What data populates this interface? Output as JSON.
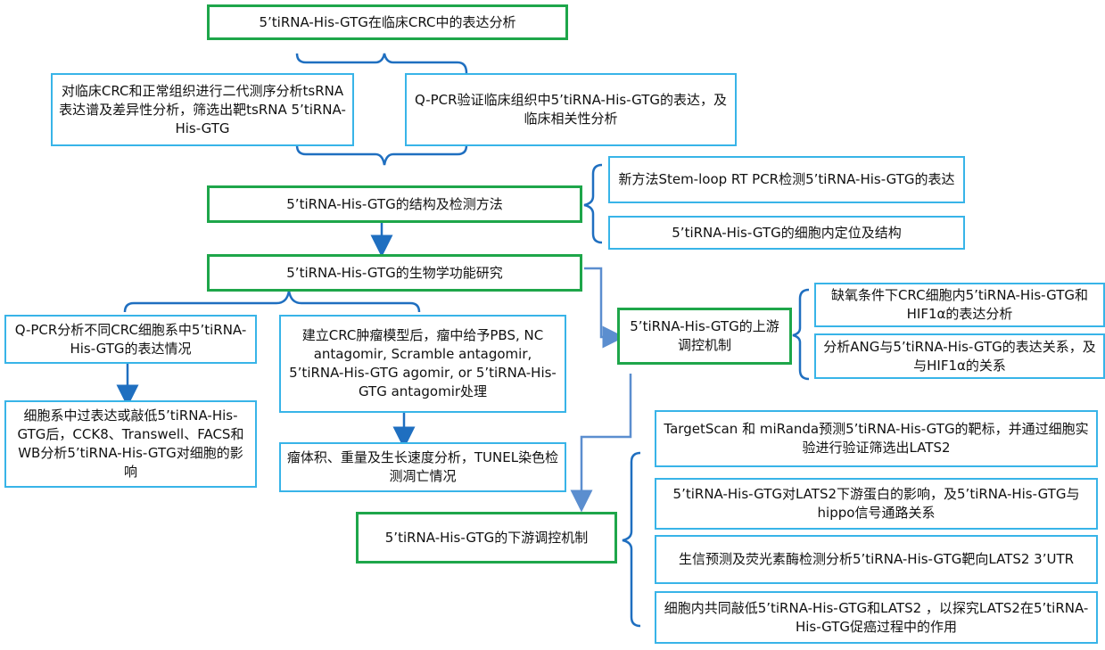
{
  "colors": {
    "green_border": "#1ea64a",
    "blue_border": "#38b4e8",
    "connector": "#1f6fc0",
    "connector_light": "#5b8ecf"
  },
  "nodes": {
    "main1": "5’tiRNA-His-GTG在临床CRC中的表达分析",
    "seq": "对临床CRC和正常组织进行二代测序分析tsRNA表达谱及差异性分析，筛选出靶tsRNA 5’tiRNA-His-GTG",
    "qpcr_clinical": "Q-PCR验证临床组织中5’tiRNA-His-GTG的表达，及临床相关性分析",
    "main2": "5’tiRNA-His-GTG的结构及检测方法",
    "stem_loop": "新方法Stem-loop RT PCR检测5’tiRNA-His-GTG的表达",
    "localization": "5’tiRNA-His-GTG的细胞内定位及结构",
    "main3": "5’tiRNA-His-GTG的生物学功能研究",
    "qpcr_cells": "Q-PCR分析不同CRC细胞系中5’tiRNA-His-GTG的表达情况",
    "tumor_model": "建立CRC肿瘤模型后，瘤中给予PBS, NC antagomir, Scramble antagomir, 5’tiRNA-His-GTG agomir, or 5’tiRNA-His-GTG antagomir处理",
    "cell_effects": "细胞系中过表达或敲低5’tiRNA-His-GTG后，CCK8、Transwell、FACS和WB分析5’tiRNA-His-GTG对细胞的影响",
    "tumor_analysis": "瘤体积、重量及生长速度分析，TUNEL染色检测凋亡情况",
    "upstream": "5’tiRNA-His-GTG的上游调控机制",
    "hypoxia": "缺氧条件下CRC细胞内5’tiRNA-His-GTG和HIF1α的表达分析",
    "ang": "分析ANG与5’tiRNA-His-GTG的表达关系，及与HIF1α的关系",
    "downstream": "5’tiRNA-His-GTG的下游调控机制",
    "targetscan": "TargetScan 和 miRanda预测5’tiRNA-His-GTG的靶标，并通过细胞实验进行验证筛选出LATS2",
    "lats2_effect": "5’tiRNA-His-GTG对LATS2下游蛋白的影响，及5’tiRNA-His-GTG与hippo信号通路关系",
    "luciferase": "生信预测及荧光素酶检测分析5’tiRNA-His-GTG靶向LATS2 3’UTR",
    "knockdown": "细胞内共同敲低5’tiRNA-His-GTG和LATS2 ，以探究LATS2在5’tiRNA-His-GTG促癌过程中的作用"
  }
}
